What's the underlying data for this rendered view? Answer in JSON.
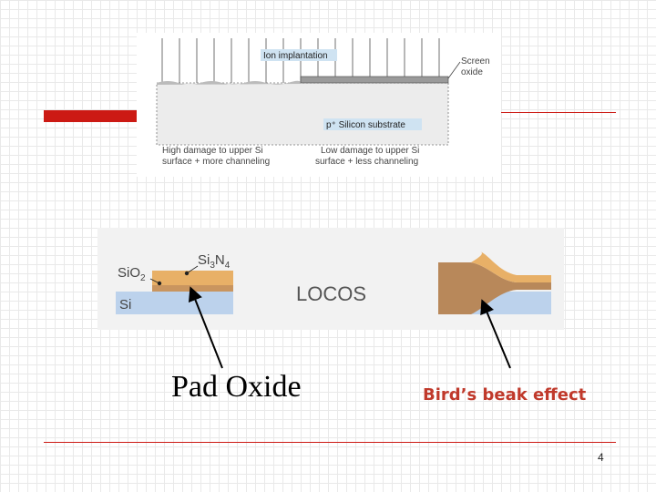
{
  "colors": {
    "accent_red": "#cc1a14",
    "label_red": "#c0392b",
    "nitride": "#e8b067",
    "oxide": "#c9955f",
    "silicon": "#bcd2ec",
    "label_box": "#cfe3f2"
  },
  "figure1": {
    "ion_implantation": "Ion implantation",
    "screen_oxide_line1": "Screen",
    "screen_oxide_line2": "oxide",
    "substrate_label": "p⁺ Silicon substrate",
    "high_damage_line1": "High damage to upper Si",
    "high_damage_line2": "surface + more channeling",
    "low_damage_line1": "Low damage to upper Si",
    "low_damage_line2": "surface + less channeling"
  },
  "figure2": {
    "sio2_label": "SiO",
    "sio2_sub": "2",
    "si3n4_label_a": "Si",
    "si3n4_sub1": "3",
    "si3n4_label_b": "N",
    "si3n4_sub2": "4",
    "si_label": "Si",
    "locos_label": "LOCOS"
  },
  "callouts": {
    "pad_oxide": "Pad Oxide",
    "birds_beak": "Bird’s beak effect"
  },
  "page_number": "4"
}
